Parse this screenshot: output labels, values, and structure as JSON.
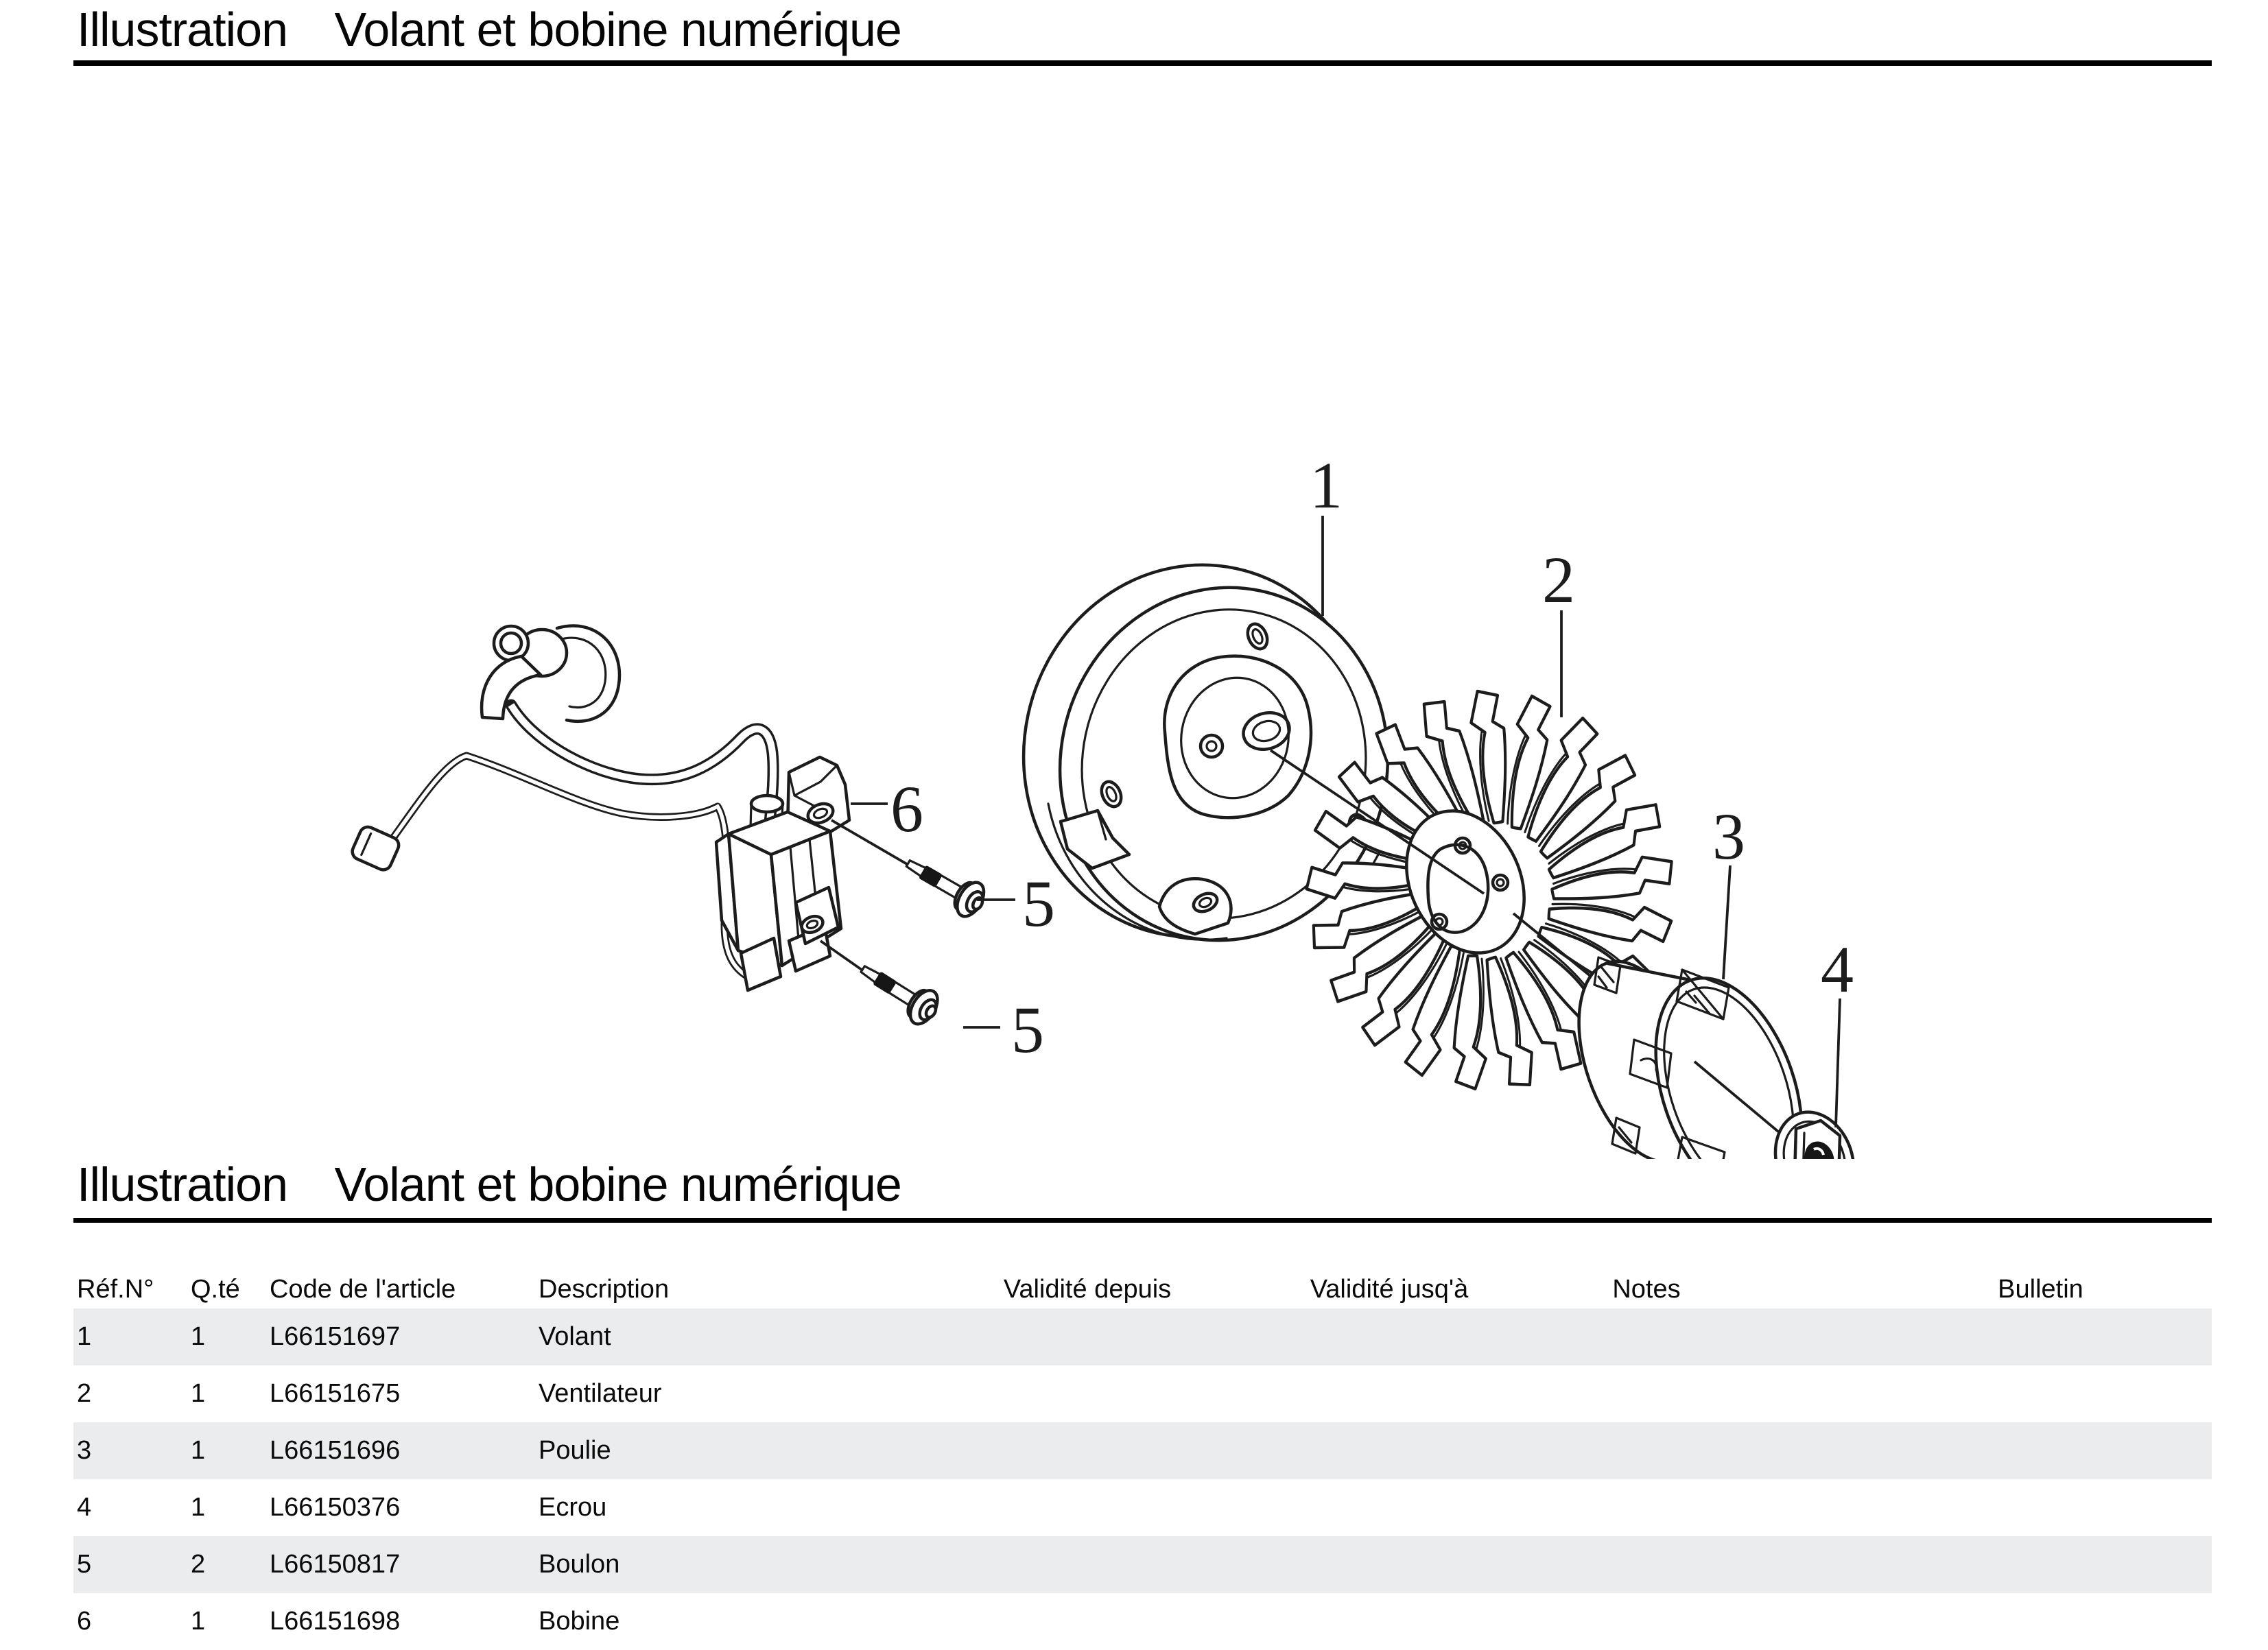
{
  "titles": {
    "label": "Illustration",
    "name": "Volant et bobine numérique"
  },
  "diagram": {
    "callouts": [
      {
        "label": "1"
      },
      {
        "label": "2"
      },
      {
        "label": "3"
      },
      {
        "label": "4"
      },
      {
        "label": "5"
      },
      {
        "label": "5"
      },
      {
        "label": "6"
      }
    ]
  },
  "table": {
    "headers": {
      "ref": "Réf.N°",
      "qty": "Q.té",
      "code": "Code de l'article",
      "desc": "Description",
      "valid_from": "Validité depuis",
      "valid_to": "Validité jusq'à",
      "notes": "Notes",
      "bulletin": "Bulletin"
    },
    "rows": [
      {
        "ref": "1",
        "qty": "1",
        "code": "L66151697",
        "desc": "Volant",
        "valid_from": "",
        "valid_to": "",
        "notes": "",
        "bulletin": ""
      },
      {
        "ref": "2",
        "qty": "1",
        "code": "L66151675",
        "desc": "Ventilateur",
        "valid_from": "",
        "valid_to": "",
        "notes": "",
        "bulletin": ""
      },
      {
        "ref": "3",
        "qty": "1",
        "code": "L66151696",
        "desc": "Poulie",
        "valid_from": "",
        "valid_to": "",
        "notes": "",
        "bulletin": ""
      },
      {
        "ref": "4",
        "qty": "1",
        "code": "L66150376",
        "desc": "Ecrou",
        "valid_from": "",
        "valid_to": "",
        "notes": "",
        "bulletin": ""
      },
      {
        "ref": "5",
        "qty": "2",
        "code": "L66150817",
        "desc": "Boulon",
        "valid_from": "",
        "valid_to": "",
        "notes": "",
        "bulletin": ""
      },
      {
        "ref": "6",
        "qty": "1",
        "code": "L66151698",
        "desc": "Bobine",
        "valid_from": "",
        "valid_to": "",
        "notes": "",
        "bulletin": ""
      }
    ]
  },
  "colors": {
    "row_alt": "#eaecee",
    "ink": "#1c1c1c"
  }
}
